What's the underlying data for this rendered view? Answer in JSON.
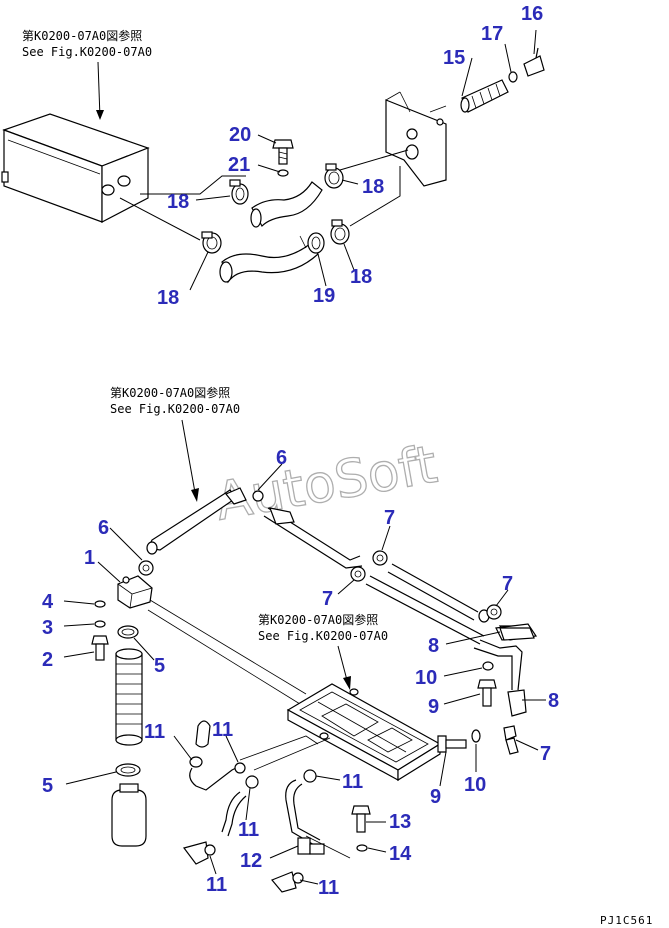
{
  "references": {
    "top": {
      "jp": "第K0200-07A0図参照",
      "en": "See Fig.K0200-07A0"
    },
    "middle": {
      "jp": "第K0200-07A0図参照",
      "en": "See Fig.K0200-07A0"
    },
    "bottom": {
      "jp": "第K0200-07A0図参照",
      "en": "See Fig.K0200-07A0"
    }
  },
  "watermark": "AutoSoft",
  "drawing_code": "PJ1C561",
  "labels": {
    "p1": "1",
    "p2": "2",
    "p3": "3",
    "p4": "4",
    "p5a": "5",
    "p5b": "5",
    "p6a": "6",
    "p6b": "6",
    "p7a": "7",
    "p7b": "7",
    "p7c": "7",
    "p7d": "7",
    "p8a": "8",
    "p8b": "8",
    "p9a": "9",
    "p9b": "9",
    "p10a": "10",
    "p10b": "10",
    "p11a": "11",
    "p11b": "11",
    "p11c": "11",
    "p11d": "11",
    "p11e": "11",
    "p11f": "11",
    "p12": "12",
    "p13": "13",
    "p14": "14",
    "p15": "15",
    "p16": "16",
    "p17": "17",
    "p18a": "18",
    "p18b": "18",
    "p18c": "18",
    "p18d": "18",
    "p19": "19",
    "p20": "20",
    "p21": "21"
  },
  "colors": {
    "label": "#2b2bb8",
    "line": "#000000",
    "watermark": "#9a9a9a"
  }
}
